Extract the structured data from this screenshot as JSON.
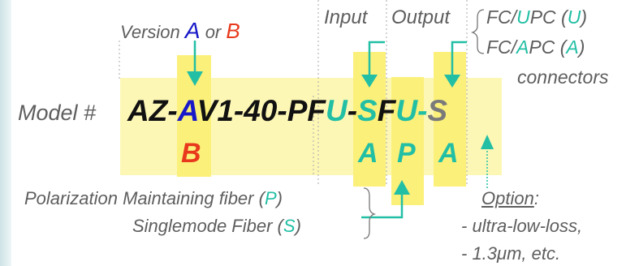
{
  "model_prefix": "Model #",
  "code_segments": [
    {
      "text": "AZ-",
      "color": "black"
    },
    {
      "text": "A",
      "color": "blue"
    },
    {
      "text": "V1-40-PF",
      "color": "black"
    },
    {
      "text": "U",
      "color": "teal"
    },
    {
      "text": "-",
      "color": "black"
    },
    {
      "text": "S",
      "color": "teal"
    },
    {
      "text": "F",
      "color": "black"
    },
    {
      "text": "U",
      "color": "teal"
    },
    {
      "text": "-",
      "color": "teal"
    },
    {
      "text": "S",
      "color": "gray"
    }
  ],
  "alternates": {
    "version": "B",
    "input": "A",
    "fiber": "P",
    "output": "A"
  },
  "version_label": {
    "prefix": "Version ",
    "a": "A",
    "mid": " or ",
    "b": "B"
  },
  "input_label": "Input",
  "output_label": "Output",
  "connectors": {
    "line1": {
      "pre": "FC/",
      "u": "U",
      "mid": "PC (",
      "code": "U",
      "post": ")"
    },
    "line2": {
      "pre": "FC/",
      "a": "A",
      "mid": "PC (",
      "code": "A",
      "post": ")"
    },
    "line3": "connectors"
  },
  "fiber_labels": {
    "pm": {
      "text": "Polarization Maintaining fiber (",
      "code": "P",
      "close": ")"
    },
    "sm": {
      "text": "Singlemode Fiber (",
      "code": "S",
      "close": ")"
    }
  },
  "option": {
    "title": "Option",
    "colon": ":",
    "line1": "- ultra-low-loss,",
    "line2": "- 1.3μm, etc."
  },
  "colors": {
    "highlight": "#fbf07a",
    "teal": "#22bfa5",
    "blue": "#1919c9",
    "red": "#e8391c",
    "label_gray": "#5e5e5e"
  }
}
